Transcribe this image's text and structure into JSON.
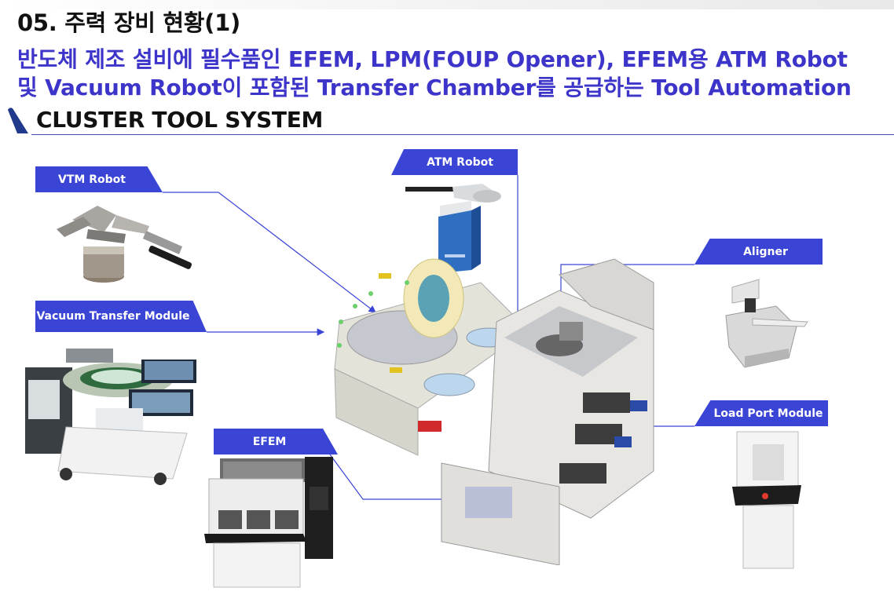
{
  "slide": {
    "title": "05. 주력 장비 현황(1)",
    "subtitle_line1": "반도체 제조 설비에 필수품인 EFEM, LPM(FOUP Opener), EFEM용 ATM Robot",
    "subtitle_line2": "및 Vacuum Robot이 포함된 Transfer Chamber를 공급하는 Tool Automation",
    "section_title": "CLUSTER TOOL SYSTEM"
  },
  "labels": {
    "vtm_robot": "VTM Robot",
    "vacuum_transfer_module": "Vacuum Transfer Module",
    "atm_robot": "ATM Robot",
    "aligner": "Aligner",
    "load_port_module": "Load Port Module",
    "efem": "EFEM"
  },
  "colors": {
    "title_text": "#111111",
    "subtitle_text": "#3d35c9",
    "label_fill": "#3a45d6",
    "callout_line": "#3a45d6",
    "section_accent": "#223a8c"
  },
  "icons": [
    "section-accent-icon"
  ]
}
